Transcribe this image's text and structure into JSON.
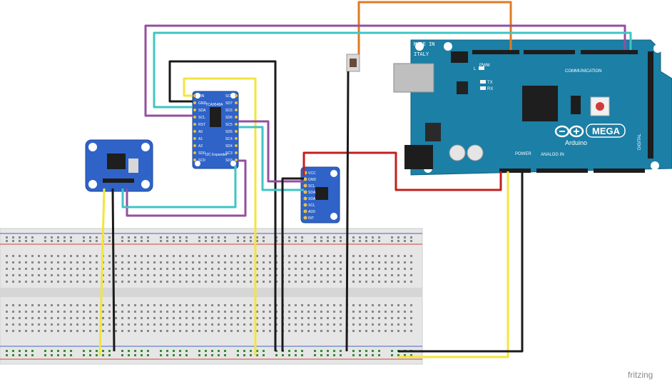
{
  "arduino": {
    "made_in": "MADE IN",
    "italy": "ITALY",
    "brand": "Arduino",
    "model": "MEGA",
    "pwm": "PWM",
    "communication": "COMMUNICATION",
    "power": "POWER",
    "analog_in": "ANALOG IN",
    "digital": "DIGITAL",
    "tx": "TX",
    "rx": "RX",
    "l": "L"
  },
  "mux": {
    "title": "TCA9548A",
    "subtitle": "I2C Expander",
    "left_pins": [
      "VIN",
      "GND",
      "SDA",
      "SCL",
      "RST",
      "A0",
      "A1",
      "A2",
      "SD0",
      "SC0"
    ],
    "right_pins": [
      "SC7",
      "SD7",
      "SC6",
      "SD6",
      "SC5",
      "SD5",
      "SC4",
      "SD4",
      "SC3",
      "SD3"
    ]
  },
  "imu": {
    "pins": [
      "VCC",
      "GND",
      "SCL",
      "SDA",
      "XDA",
      "XCL",
      "AD0",
      "INT"
    ]
  },
  "watermark": "fritzing",
  "colors": {
    "board_blue": "#1b7fa6",
    "sensor_blue": "#2f63c8",
    "wire_purple": "#944f9e",
    "wire_cyan": "#40c4c4",
    "wire_black": "#1a1a1a",
    "wire_yellow": "#f2e63a",
    "wire_orange": "#e07a22",
    "wire_red": "#c0201e"
  }
}
